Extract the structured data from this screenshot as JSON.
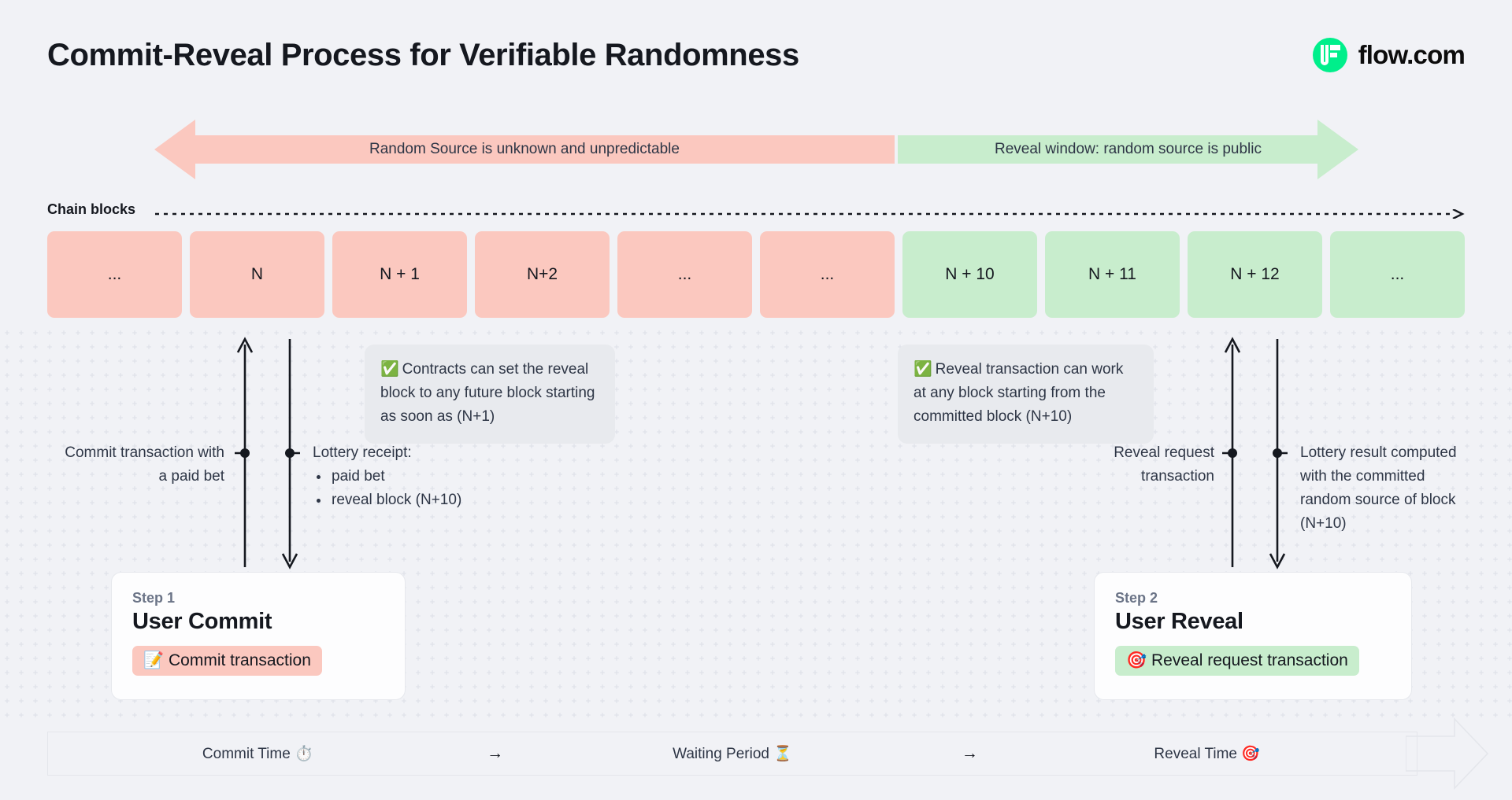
{
  "header": {
    "title": "Commit-Reveal Process for Verifiable Randomness",
    "brand_name": "flow.com",
    "brand_color": "#00ef8b"
  },
  "banners": {
    "unknown": {
      "label": "Random Source is unknown and unpredictable",
      "color": "#fbc8bf"
    },
    "reveal": {
      "label": "Reveal window: random source is public",
      "color": "#c8edcd"
    }
  },
  "chain": {
    "label": "Chain blocks",
    "blocks": [
      {
        "label": "...",
        "tone": "pink"
      },
      {
        "label": "N",
        "tone": "pink"
      },
      {
        "label": "N + 1",
        "tone": "pink"
      },
      {
        "label": "N+2",
        "tone": "pink"
      },
      {
        "label": "...",
        "tone": "pink"
      },
      {
        "label": "...",
        "tone": "pink"
      },
      {
        "label": "N + 10",
        "tone": "green"
      },
      {
        "label": "N + 11",
        "tone": "green"
      },
      {
        "label": "N + 12",
        "tone": "green"
      },
      {
        "label": "...",
        "tone": "green"
      }
    ]
  },
  "callouts": {
    "commit": {
      "icon": "white-check-mark",
      "icon_glyph": "✅",
      "text": "Contracts can set the reveal block to any future block starting as soon as (N+1)"
    },
    "reveal": {
      "icon": "white-check-mark",
      "icon_glyph": "✅",
      "text": "Reveal transaction can work at any block starting from the committed block (N+10)"
    }
  },
  "annotations": {
    "commit_tx": "Commit transaction with a paid bet",
    "lottery_receipt": {
      "title": "Lottery receipt:",
      "items": [
        "paid bet",
        "reveal block (N+10)"
      ]
    },
    "reveal_request": "Reveal request transaction",
    "lottery_result": "Lottery result computed with the committed random source of block (N+10)"
  },
  "steps": [
    {
      "kicker": "Step 1",
      "title": "User Commit",
      "chip_label": "Commit transaction",
      "chip_icon": "memo-icon",
      "chip_icon_glyph": "📝",
      "chip_tone": "pink"
    },
    {
      "kicker": "Step 2",
      "title": "User Reveal",
      "chip_label": "Reveal request transaction",
      "chip_icon": "target-icon",
      "chip_icon_glyph": "🎯",
      "chip_tone": "green"
    }
  ],
  "timeline": {
    "segments": [
      {
        "label": "Commit Time ⏱️"
      },
      {
        "label": "Waiting Period ⏳"
      },
      {
        "label": "Reveal Time 🎯"
      }
    ],
    "separator": "→"
  }
}
